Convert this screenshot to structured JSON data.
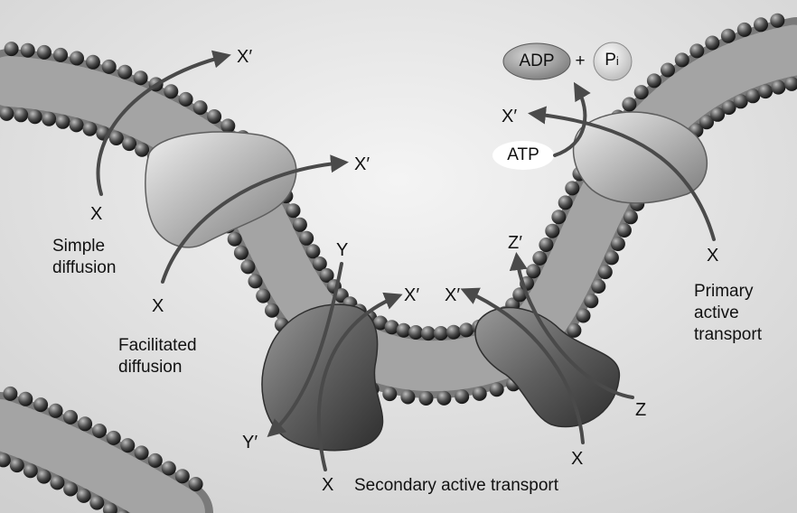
{
  "labels": {
    "simple_x": "X",
    "simple_xp": "X′",
    "simple_name_1": "Simple",
    "simple_name_2": "diffusion",
    "facil_x": "X",
    "facil_xp": "X′",
    "facil_name_1": "Facilitated",
    "facil_name_2": "diffusion",
    "sec1_y": "Y",
    "sec1_yp": "Y′",
    "sec1_x": "X",
    "sec1_xp": "X′",
    "sec2_xp": "X′",
    "sec2_zp": "Z′",
    "sec2_z": "Z",
    "sec2_x": "X",
    "secondary_name": "Secondary active transport",
    "prim_x": "X",
    "prim_xp": "X′",
    "prim_name_1": "Primary",
    "prim_name_2": "active",
    "prim_name_3": "transport",
    "atp": "ATP",
    "adp": "ADP",
    "plus": "+",
    "pi_base": "P",
    "pi_sub": "i"
  }
}
